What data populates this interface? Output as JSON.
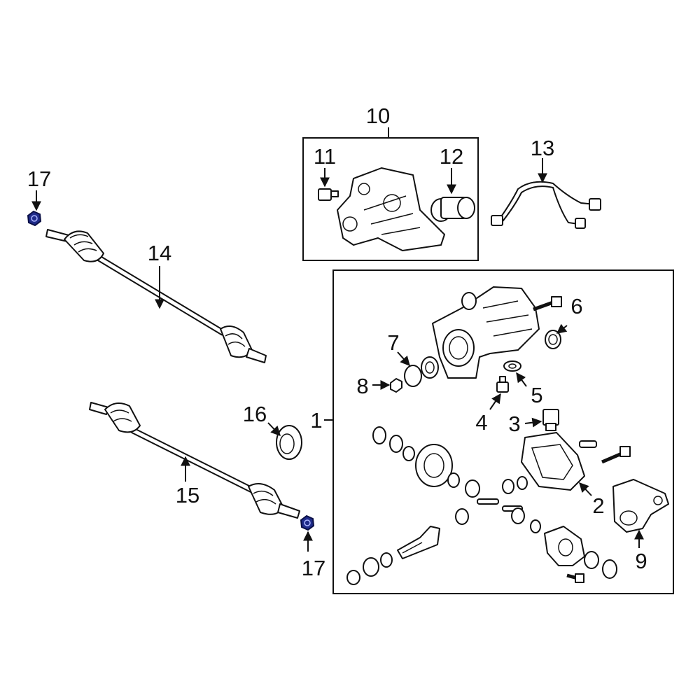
{
  "diagram": {
    "highlight_color": "#1f2b8a",
    "callouts": {
      "c1": "1",
      "c2": "2",
      "c3": "3",
      "c4": "4",
      "c5": "5",
      "c6": "6",
      "c7": "7",
      "c8": "8",
      "c9": "9",
      "c10": "10",
      "c11": "11",
      "c12": "12",
      "c13": "13",
      "c14": "14",
      "c15": "15",
      "c16": "16",
      "c17_top": "17",
      "c17_bottom": "17"
    },
    "highlighted_part": "17"
  }
}
